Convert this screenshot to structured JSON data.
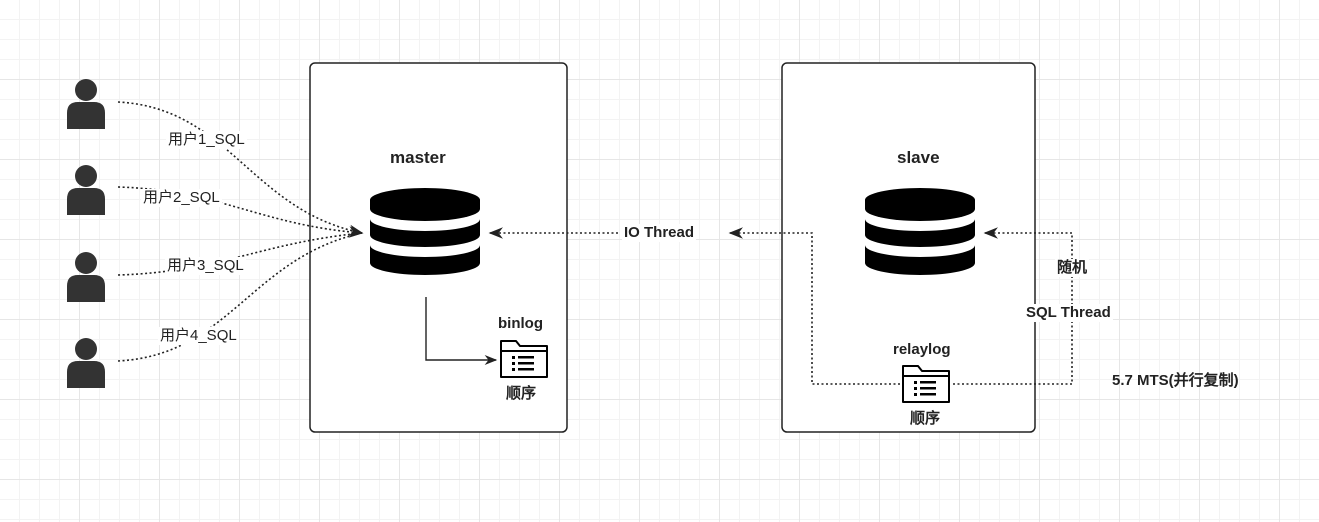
{
  "master": {
    "title": "master",
    "binlog_label": "binlog",
    "binlog_order": "顺序"
  },
  "slave": {
    "title": "slave",
    "relaylog_label": "relaylog",
    "relaylog_order": "顺序"
  },
  "users": [
    {
      "sql_label": "用户1_SQL"
    },
    {
      "sql_label": "用户2_SQL"
    },
    {
      "sql_label": "用户3_SQL"
    },
    {
      "sql_label": "用户4_SQL"
    }
  ],
  "io_thread": "IO Thread",
  "sql_thread": "SQL Thread",
  "random_label": "随机",
  "mts_label": "5.7 MTS(并行复制)",
  "icons": [
    "user-icon",
    "database-icon",
    "log-file-icon"
  ],
  "colors": {
    "icon": "#333333",
    "stroke": "#222222",
    "db": "#000000"
  }
}
